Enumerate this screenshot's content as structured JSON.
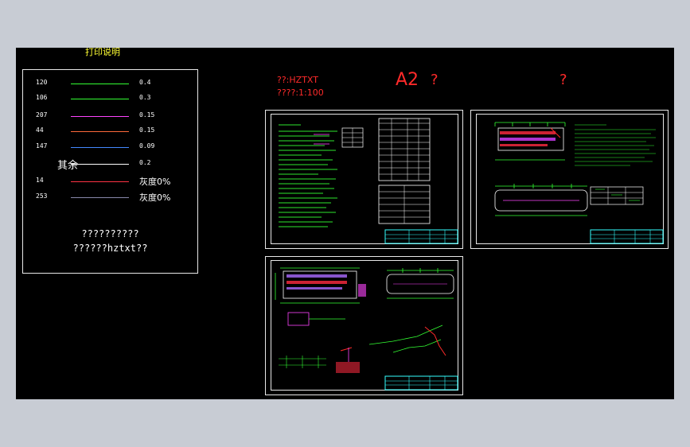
{
  "print_notes": {
    "title": "打印说明",
    "rows": [
      {
        "code": "120",
        "value": "0.4",
        "color": "#33ff33"
      },
      {
        "code": "106",
        "value": "0.3",
        "color": "#33ff33"
      },
      {
        "code": "207",
        "value": "0.15",
        "color": "#ff44ff"
      },
      {
        "code": "44",
        "value": "0.15",
        "color": "#ff6a3a"
      },
      {
        "code": "147",
        "value": "0.09",
        "color": "#4488ff"
      },
      {
        "code": "其余",
        "value": "0.2",
        "color": "#ffffff"
      },
      {
        "code": "14",
        "value": "灰度0%",
        "color": "#ff3344"
      },
      {
        "code": "253",
        "value": "灰度0%",
        "color": "#8888aa"
      }
    ],
    "footer_line1": "??????????",
    "footer_line2": "??????hztxt??"
  },
  "header_info": {
    "font_label": "??:HZTXT",
    "scale_label": "????:1:100",
    "paper_size": "A2",
    "mark1": "?",
    "mark2": "?"
  }
}
